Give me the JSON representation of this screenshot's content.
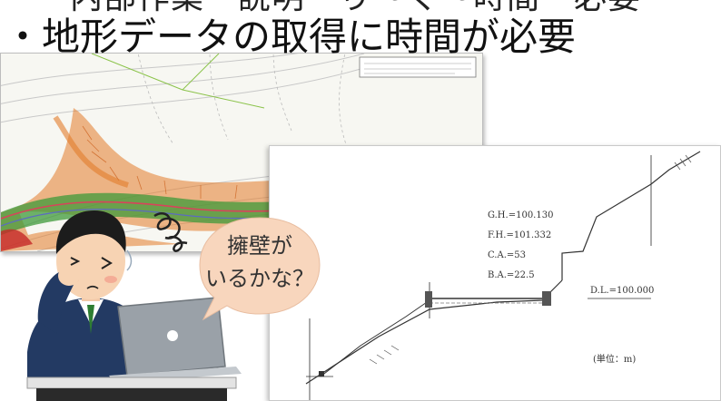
{
  "slide": {
    "top_partial_line": "・内部作業ー説明・り〜く〜時間・必要",
    "bullet_text": "・地形データの取得に時間が必要"
  },
  "section_drawing": {
    "dimensions": [
      "G.H.=100.130",
      "F.H.=101.332",
      "C.A.=53",
      "B.A.=22.5"
    ],
    "dl_label": "D.L.=100.000",
    "unit_note": "(単位：m)"
  },
  "speech_bubble": {
    "line1": "擁壁が",
    "line2": "いるかな？"
  },
  "icons": [
    "person-thinking-icon",
    "laptop-icon",
    "confused-squiggle-icon"
  ],
  "colors": {
    "road_green": "#3f9a3a",
    "slope_orange": "#e37b2a",
    "road_pink": "#d9435b",
    "bubble_fill": "#f8d6bd",
    "suit_navy": "#233a63",
    "laptop_gray": "#9aa1a8"
  }
}
